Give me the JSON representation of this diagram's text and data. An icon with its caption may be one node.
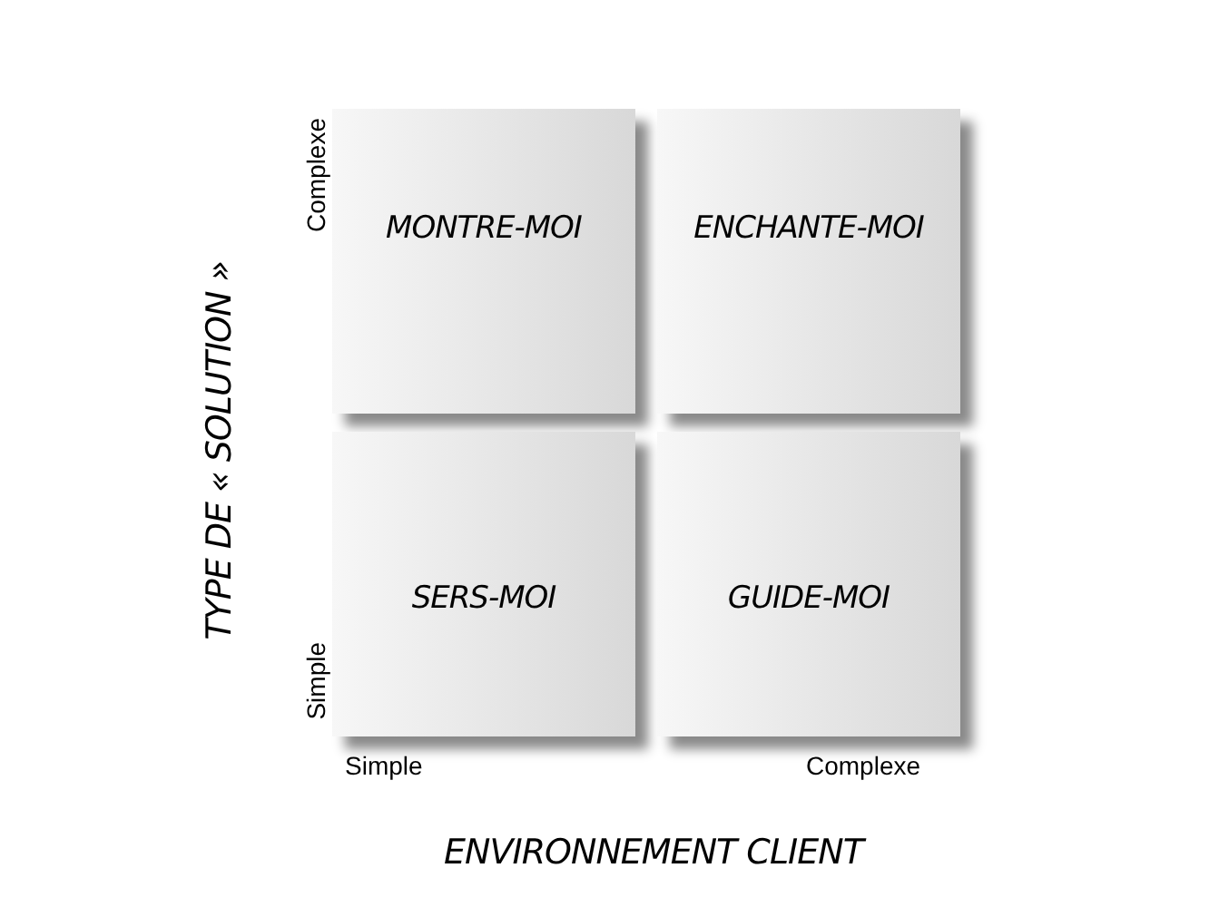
{
  "diagram": {
    "nodes": [
      {
        "text": [
          "MONTRE-MOI"
        ]
      },
      {
        "text": [
          "ENCHANTE-MOI"
        ]
      },
      {
        "text": [
          "SERS-MOI"
        ]
      },
      {
        "text": [
          "GUIDE-MOI"
        ]
      }
    ],
    "edges": [],
    "labels": [
      "TYPE DE « SOLUTION »",
      "Complexe",
      "Simple",
      "Simple",
      "Complexe",
      "ENVIRONNEMENT CLIENT"
    ]
  }
}
